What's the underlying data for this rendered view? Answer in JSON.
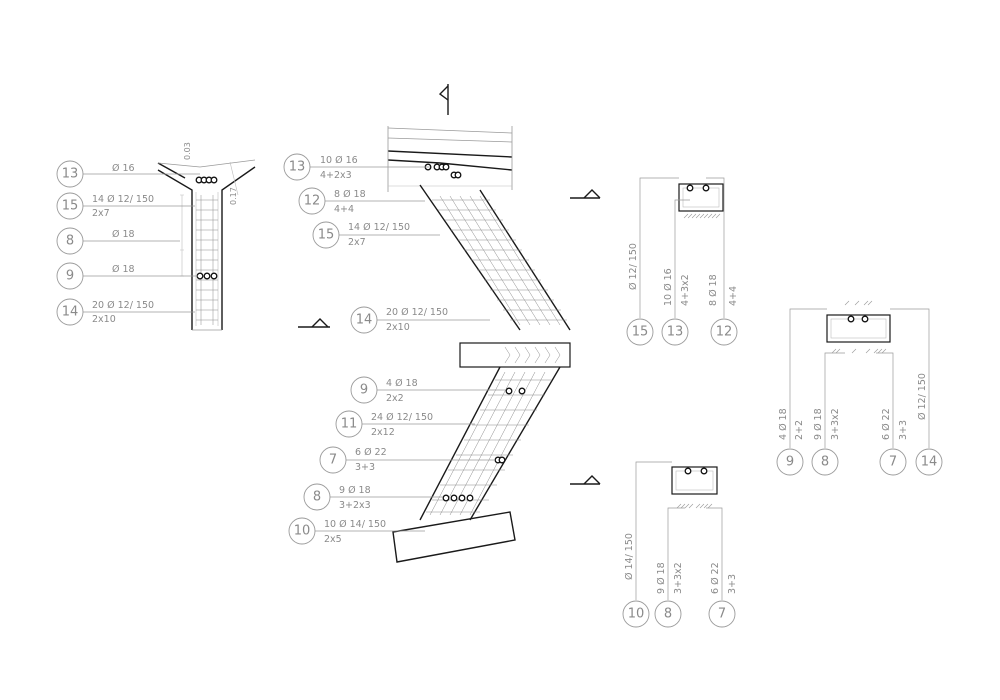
{
  "elevation_section": {
    "callouts": [
      {
        "mark": "13",
        "line1": "Ø 16",
        "line2": ""
      },
      {
        "mark": "15",
        "line1": "14  Ø 12/ 150",
        "line2": "2x7"
      },
      {
        "mark": "8",
        "line1": "Ø 18",
        "line2": ""
      },
      {
        "mark": "9",
        "line1": "Ø 18",
        "line2": ""
      },
      {
        "mark": "14",
        "line1": "20  Ø 12/ 150",
        "line2": "2x10"
      }
    ],
    "dims": [
      "0.03",
      "0.17"
    ]
  },
  "main_section": {
    "callouts": [
      {
        "mark": "13",
        "line1": "10  Ø 16",
        "line2": "4+2x3"
      },
      {
        "mark": "12",
        "line1": "8  Ø 18",
        "line2": "4+4"
      },
      {
        "mark": "15",
        "line1": "14  Ø 12/ 150",
        "line2": "2x7"
      },
      {
        "mark": "14",
        "line1": "20  Ø 12/ 150",
        "line2": "2x10"
      },
      {
        "mark": "9",
        "line1": "4  Ø 18",
        "line2": "2x2"
      },
      {
        "mark": "11",
        "line1": "24  Ø 12/ 150",
        "line2": "2x12"
      },
      {
        "mark": "7",
        "line1": "6  Ø 22",
        "line2": "3+3"
      },
      {
        "mark": "8",
        "line1": "9  Ø 18",
        "line2": "3+2x3"
      },
      {
        "mark": "10",
        "line1": "10  Ø 14/ 150",
        "line2": "2x5"
      }
    ]
  },
  "cross_section_upper": {
    "labels": [
      {
        "mark": "15",
        "text": "Ø 12/ 150",
        "sub": ""
      },
      {
        "mark": "13",
        "text": "10  Ø 16",
        "sub": "4+3x2"
      },
      {
        "mark": "12",
        "text": "8  Ø 18",
        "sub": "4+4"
      }
    ]
  },
  "cross_section_middle": {
    "labels": [
      {
        "mark": "9",
        "text": "4  Ø 18",
        "sub": "2+2"
      },
      {
        "mark": "8",
        "text": "9  Ø 18",
        "sub": "3+3x2"
      },
      {
        "mark": "7",
        "text": "6  Ø 22",
        "sub": "3+3"
      },
      {
        "mark": "14",
        "text": "Ø 12/ 150",
        "sub": ""
      }
    ]
  },
  "cross_section_lower": {
    "labels": [
      {
        "mark": "10",
        "text": "Ø 14/ 150",
        "sub": ""
      },
      {
        "mark": "8",
        "text": "9  Ø 18",
        "sub": "3+3x2"
      },
      {
        "mark": "7",
        "text": "6  Ø 22",
        "sub": "3+3"
      }
    ]
  }
}
